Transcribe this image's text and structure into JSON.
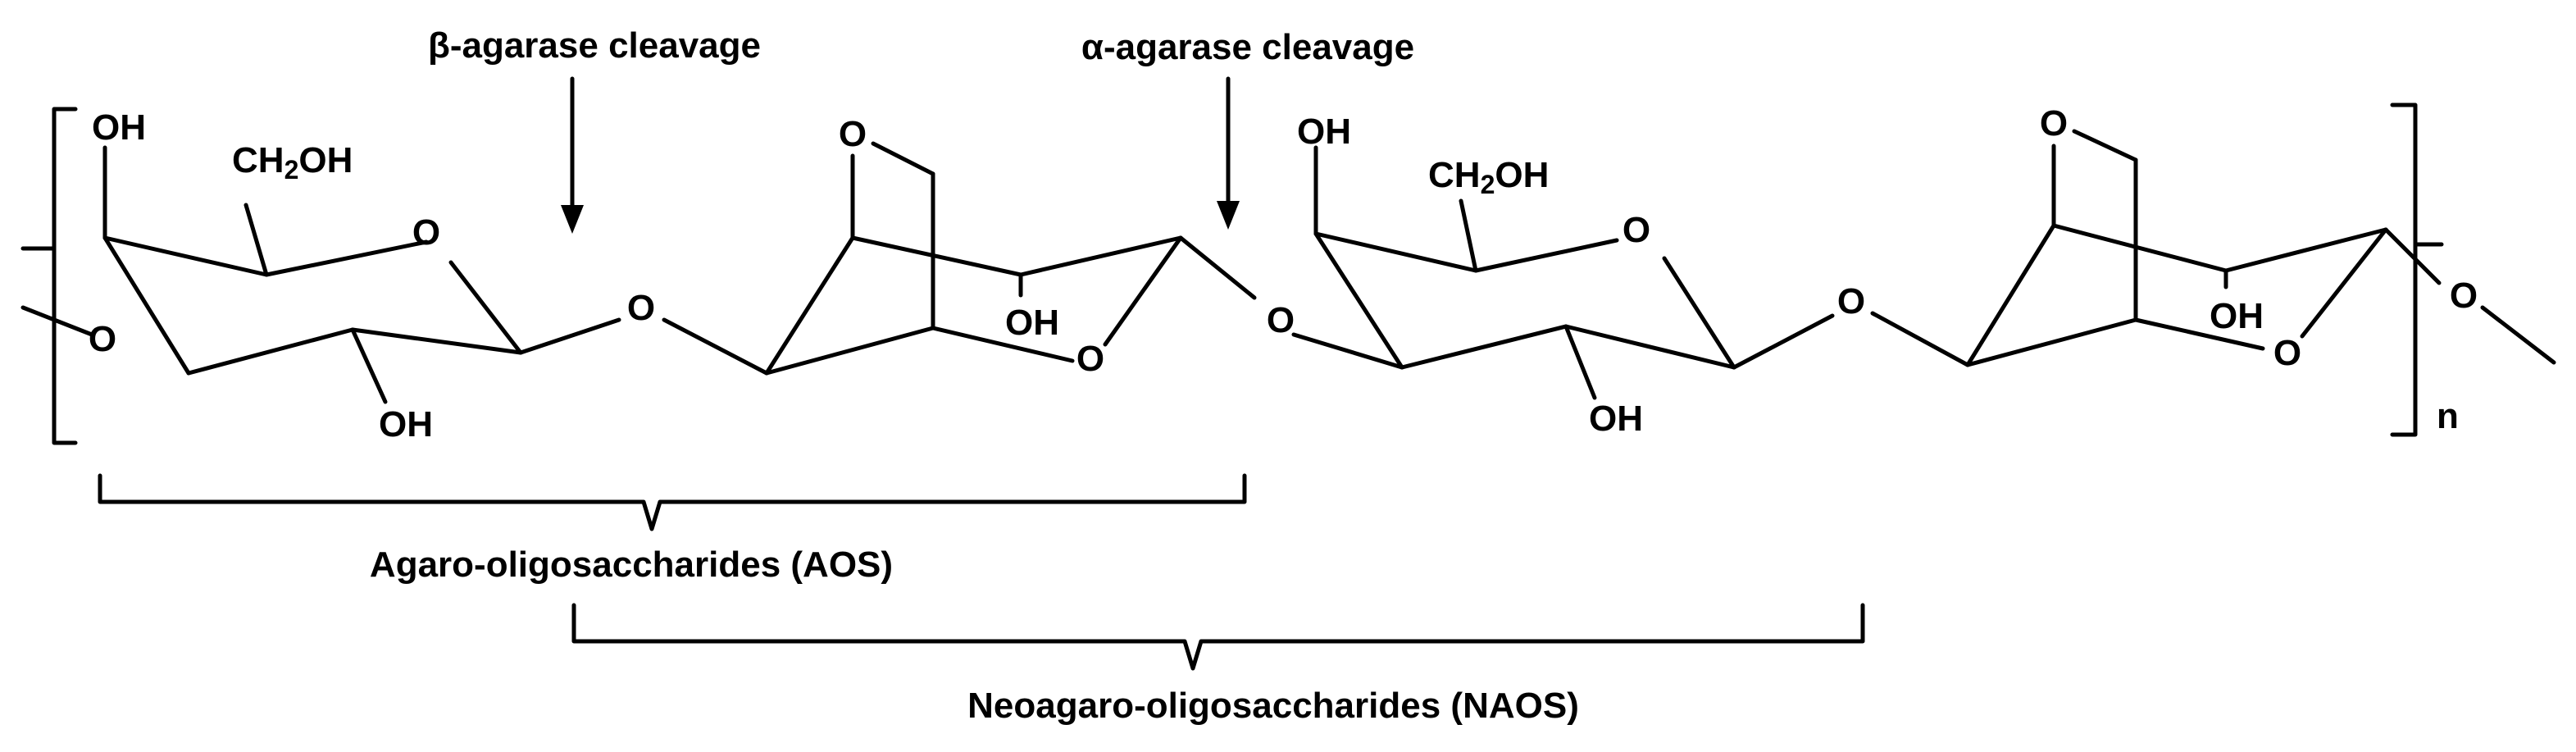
{
  "cleavage": {
    "beta": "β-agarase cleavage",
    "alpha": "α-agarase cleavage"
  },
  "brackets": {
    "aos": "Agaro-oligosaccharides (AOS)",
    "naos": "Neoagaro-oligosaccharides (NAOS)"
  },
  "atoms": {
    "oh": "OH",
    "o": "O",
    "ch2oh_prefix": "CH",
    "ch2oh_sub": "2",
    "ch2oh_suffix": "OH"
  },
  "repeat_label": "n"
}
